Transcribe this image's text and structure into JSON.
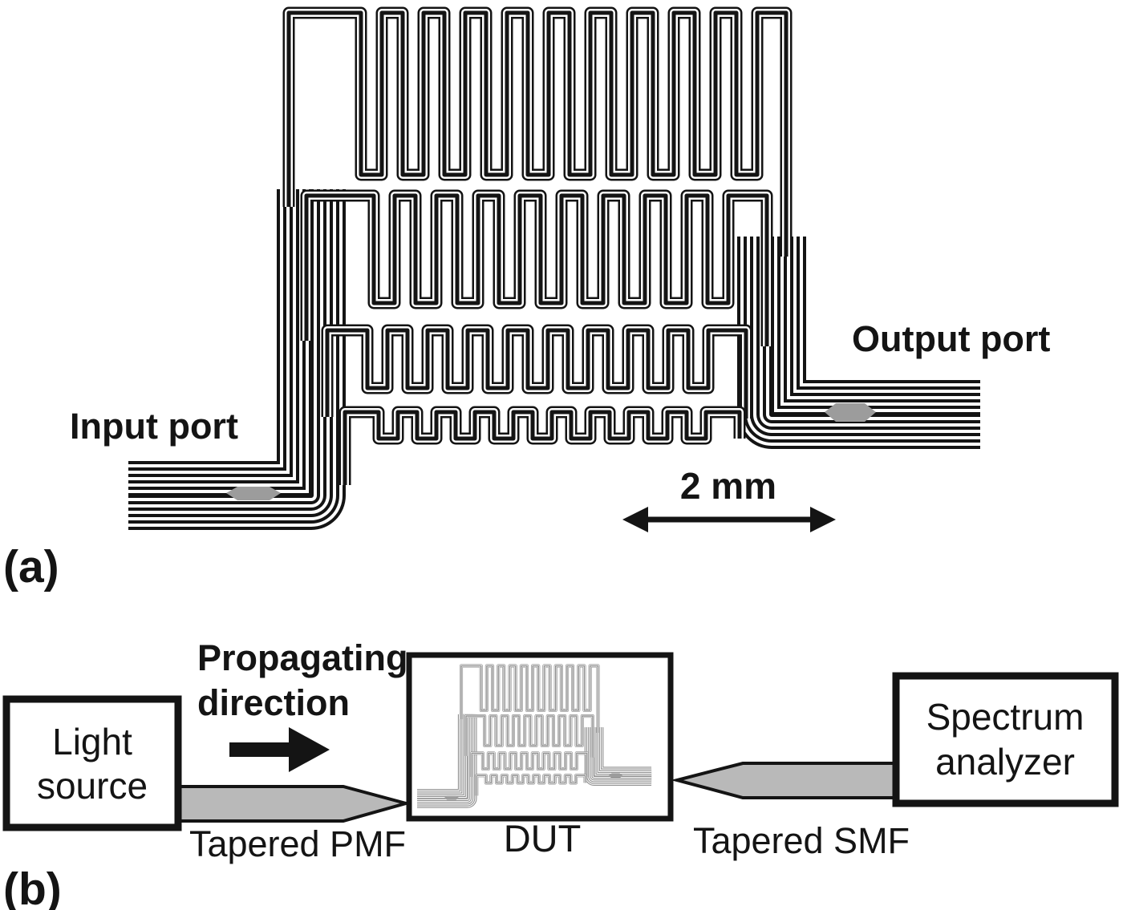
{
  "panel_a": {
    "tag": "(a)",
    "input_port": "Input port",
    "output_port": "Output port",
    "scale_label": "2 mm"
  },
  "panel_b": {
    "tag": "(b)",
    "propagating_line1": "Propagating",
    "propagating_line2": "direction",
    "light_source_line1": "Light",
    "light_source_line2": "source",
    "tapered_pmf": "Tapered PMF",
    "dut": "DUT",
    "tapered_smf": "Tapered SMF",
    "spectrum_line1": "Spectrum",
    "spectrum_line2": "analyzer"
  },
  "colors": {
    "line": "#141414",
    "mini_line": "#8f8f8f",
    "taper_fill": "#b9b9b9",
    "marker": "#9c9c9c"
  }
}
